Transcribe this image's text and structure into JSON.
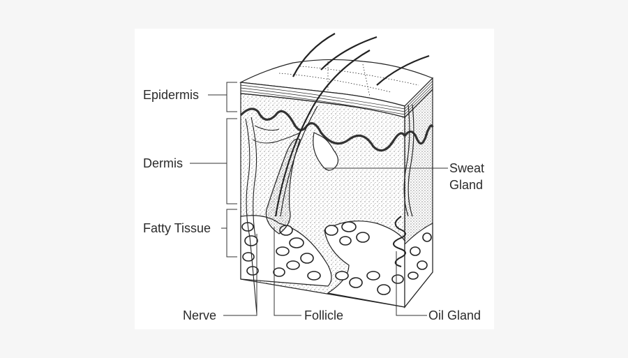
{
  "diagram": {
    "type": "anatomical-cross-section",
    "subject": "skin",
    "colors": {
      "page_background": "#f6f6f6",
      "image_background": "#ffffff",
      "ink": "#2a2a2a"
    },
    "layer_labels": [
      {
        "label": "Epidermis"
      },
      {
        "label": "Dermis"
      },
      {
        "label": "Fatty Tissue"
      }
    ],
    "right_labels": [
      {
        "label_line1": "Sweat",
        "label_line2": "Gland"
      }
    ],
    "bottom_labels": [
      {
        "label": "Nerve"
      },
      {
        "label": "Follicle"
      },
      {
        "label": "Oil Gland"
      }
    ]
  }
}
